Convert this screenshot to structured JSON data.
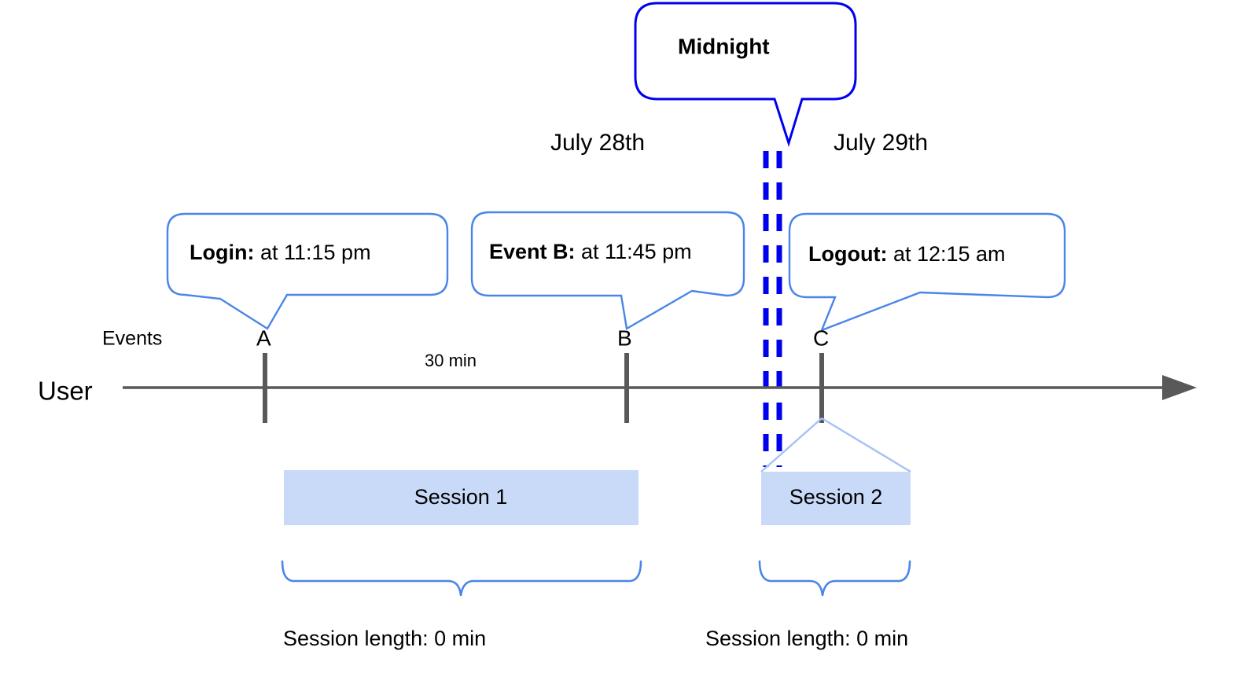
{
  "diagram": {
    "title_elements": {
      "midnight_label": "Midnight",
      "date_left": "July 28th",
      "date_right": "July 29th"
    },
    "axis": {
      "lane_label": "User",
      "events_label": "Events",
      "duration_label": "30 min",
      "line_color": "#595959",
      "arrow_color": "#595959"
    },
    "callouts": [
      {
        "name": "login",
        "strong": "Login:",
        "text": " at 11:15 pm",
        "border_color": "#4a86e8"
      },
      {
        "name": "event-b",
        "strong": "Event B:",
        "text": " at 11:45 pm",
        "border_color": "#4a86e8"
      },
      {
        "name": "logout",
        "strong": "Logout:",
        "text": " at 12:15 am",
        "border_color": "#4a86e8"
      }
    ],
    "markers": [
      {
        "label": "A"
      },
      {
        "label": "B"
      },
      {
        "label": "C"
      }
    ],
    "midnight_divider": {
      "color": "#0000ee",
      "style": "double-dashed"
    },
    "sessions": [
      {
        "label": "Session 1",
        "fill": "#c9daf8",
        "length_label": "Session length: 0 min"
      },
      {
        "label": "Session 2",
        "fill": "#c9daf8",
        "length_label": "Session length: 0 min"
      }
    ],
    "colors": {
      "accent_blue": "#4a86e8",
      "pure_blue": "#0000ee",
      "session_fill": "#c9daf8",
      "axis_gray": "#595959",
      "light_connector": "#a4c2f4"
    }
  }
}
